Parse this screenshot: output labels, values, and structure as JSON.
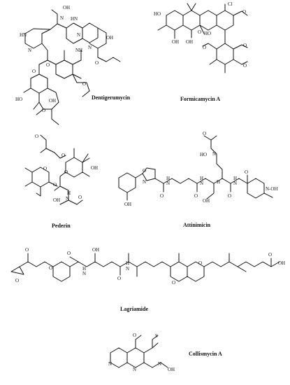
{
  "compounds": [
    {
      "name": "Dentigerumycin"
    },
    {
      "name": "Formicamycin A"
    },
    {
      "name": "Pederin"
    },
    {
      "name": "Attinimicin"
    },
    {
      "name": "Lagriamide"
    },
    {
      "name": "Collismycin A"
    }
  ],
  "atoms": {
    "oh": "OH",
    "ho": "HO",
    "nh": "NH",
    "hn": "HN",
    "n": "N",
    "o": "O",
    "h": "H",
    "s": "S",
    "cl": "Cl",
    "nhoh": "N-OH"
  },
  "colors": {
    "ink": "#111111",
    "background": "#ffffff"
  }
}
